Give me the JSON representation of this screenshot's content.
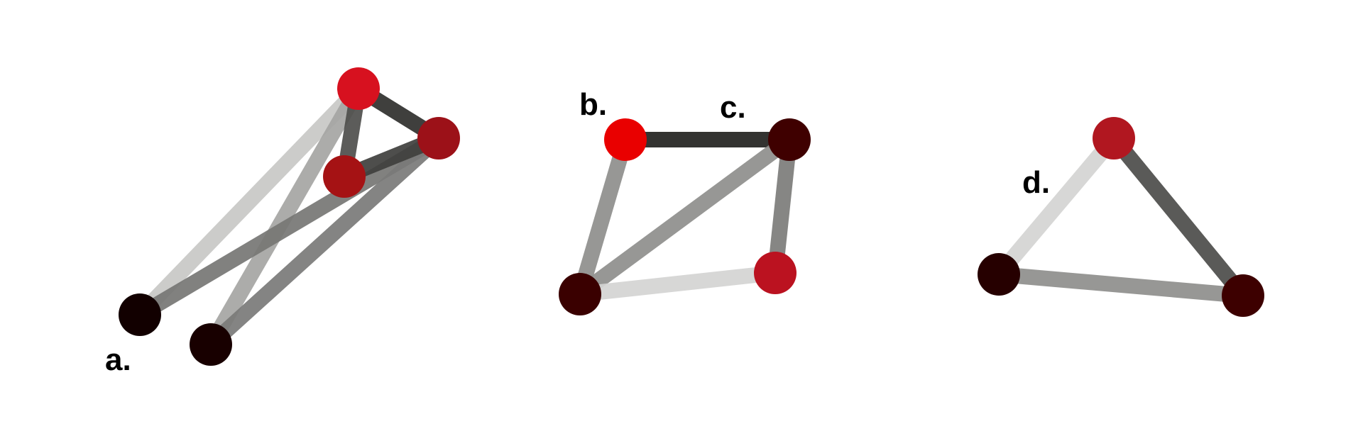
{
  "diagram": {
    "graphs": [
      {
        "label": "a.",
        "nodes": [
          {
            "id": "a1",
            "color": "#d7111f"
          },
          {
            "id": "a2",
            "color": "#9c1118"
          },
          {
            "id": "a3",
            "color": "#a51214"
          },
          {
            "id": "a4",
            "color": "#120000"
          },
          {
            "id": "a5",
            "color": "#180000"
          }
        ],
        "edges": [
          {
            "from": "a4",
            "to": "a1",
            "color": "#c8c8c6"
          },
          {
            "from": "a5",
            "to": "a1",
            "color": "#a5a5a3"
          },
          {
            "from": "a4",
            "to": "a2",
            "color": "#767674"
          },
          {
            "from": "a5",
            "to": "a2",
            "color": "#7a7a78"
          },
          {
            "from": "a1",
            "to": "a3",
            "color": "#4e4e4c"
          },
          {
            "from": "a3",
            "to": "a2",
            "color": "#3f3f3d"
          },
          {
            "from": "a1",
            "to": "a2",
            "color": "#2f2f2d"
          }
        ]
      },
      {
        "label": "b.",
        "nodes": [
          {
            "id": "b",
            "color": "#e90000"
          },
          {
            "id": "c",
            "color": "#3f0000"
          },
          {
            "id": "b3",
            "color": "#3a0000"
          },
          {
            "id": "b4",
            "color": "#bb1220"
          }
        ],
        "edges": [
          {
            "from": "b",
            "to": "c",
            "color": "#222220"
          },
          {
            "from": "b",
            "to": "b3",
            "color": "#8e8e8c"
          },
          {
            "from": "b3",
            "to": "c",
            "color": "#8e8e8c"
          },
          {
            "from": "c",
            "to": "b4",
            "color": "#7c7c7a"
          },
          {
            "from": "b3",
            "to": "b4",
            "color": "#d4d4d2"
          }
        ]
      },
      {
        "label": "c.",
        "nodes": [],
        "edges": []
      },
      {
        "label": "d.",
        "nodes": [
          {
            "id": "d1",
            "color": "#b11720"
          },
          {
            "id": "d2",
            "color": "#260000"
          },
          {
            "id": "d3",
            "color": "#3d0000"
          }
        ],
        "edges": [
          {
            "from": "d2",
            "to": "d1",
            "color": "#d4d4d2"
          },
          {
            "from": "d1",
            "to": "d3",
            "color": "#4c4c4a"
          },
          {
            "from": "d2",
            "to": "d3",
            "color": "#8e8e8c"
          }
        ]
      }
    ]
  }
}
